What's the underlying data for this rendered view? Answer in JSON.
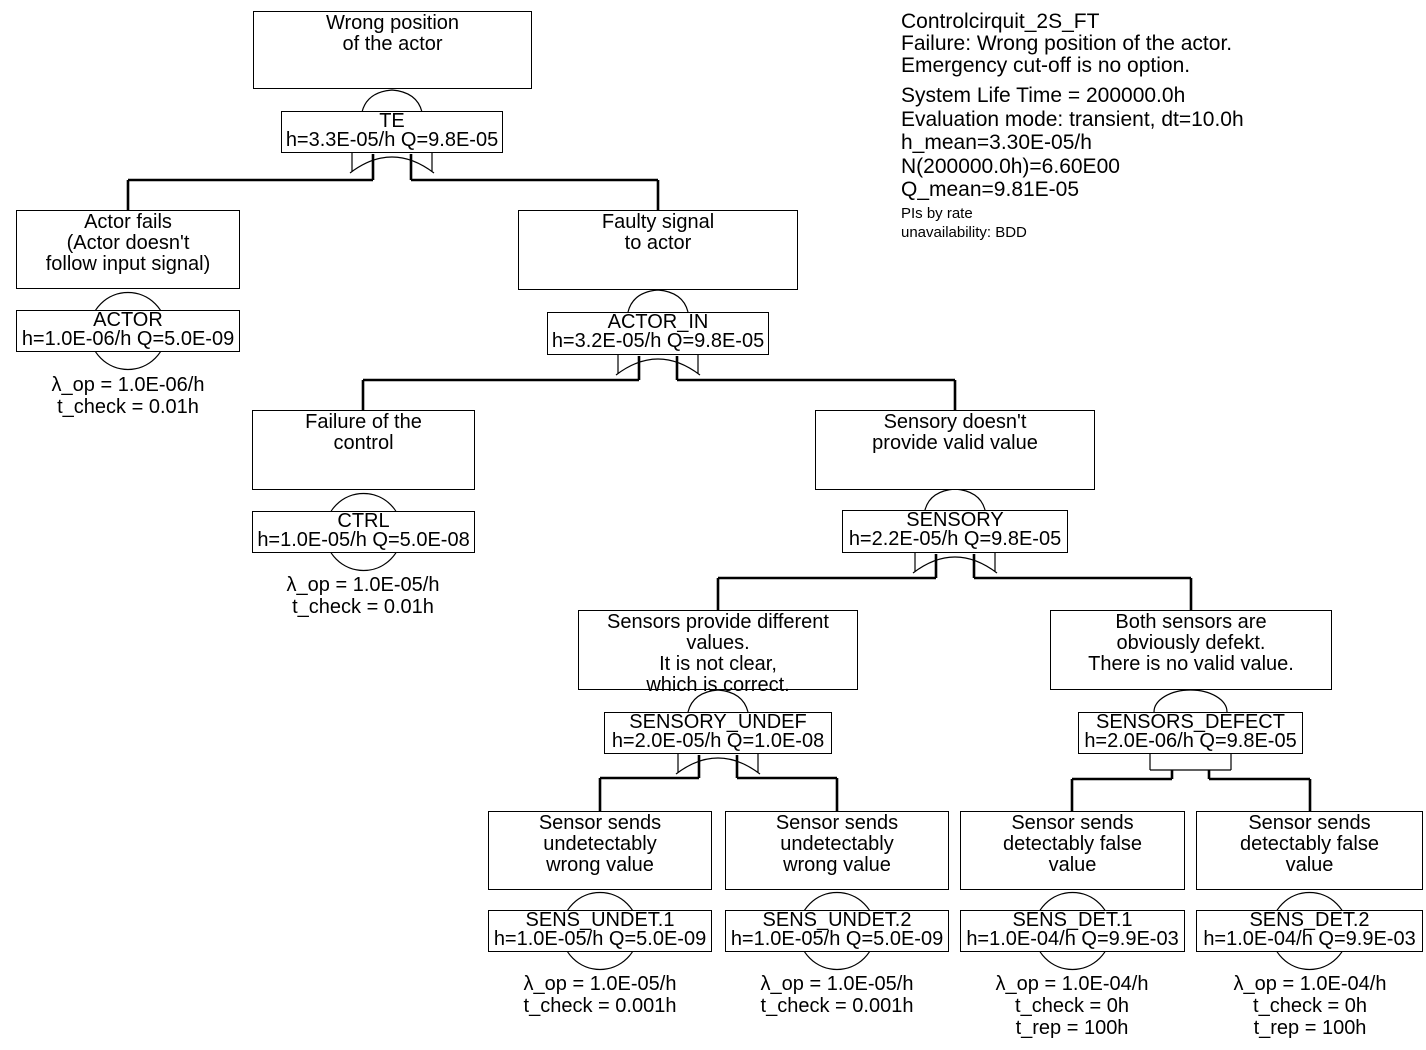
{
  "header": {
    "block1": "Controlcirquit_2S_FT\nFailure: Wrong position of the actor.\nEmergency cut-off is no option.",
    "block2": "System Life Time = 200000.0h\nEvaluation mode: transient, dt=10.0h\nh_mean=3.30E-05/h\nN(200000.0h)=6.60E00\nQ_mean=9.81E-05",
    "block3": "PIs by rate\nunavailability: BDD"
  },
  "tree": {
    "top": {
      "desc": "Wrong position\nof the actor",
      "gate_label": "TE\nh=3.3E-05/h Q=9.8E-05",
      "gate_type": "OR"
    },
    "actor": {
      "desc": "Actor fails\n(Actor doesn't\nfollow input signal)",
      "gate_label": "ACTOR\nh=1.0E-06/h Q=5.0E-09",
      "gate_type": "BASIC",
      "params": "λ_op = 1.0E-06/h\nt_check = 0.01h"
    },
    "actor_in": {
      "desc": "Faulty signal\nto actor",
      "gate_label": "ACTOR_IN\nh=3.2E-05/h Q=9.8E-05",
      "gate_type": "OR"
    },
    "ctrl": {
      "desc": "Failure of the\ncontrol",
      "gate_label": "CTRL\nh=1.0E-05/h Q=5.0E-08",
      "gate_type": "BASIC",
      "params": "λ_op = 1.0E-05/h\nt_check = 0.01h"
    },
    "sensory": {
      "desc": "Sensory doesn't\nprovide valid value",
      "gate_label": "SENSORY\nh=2.2E-05/h Q=9.8E-05",
      "gate_type": "OR"
    },
    "sensory_undef": {
      "desc": "Sensors provide different\nvalues.\nIt is not clear,\nwhich is correct.",
      "gate_label": "SENSORY_UNDEF\nh=2.0E-05/h Q=1.0E-08",
      "gate_type": "OR"
    },
    "sensors_defect": {
      "desc": "Both sensors are\nobviously defekt.\nThere is no valid value.",
      "gate_label": "SENSORS_DEFECT\nh=2.0E-06/h Q=9.8E-05",
      "gate_type": "AND"
    },
    "sens_undet1": {
      "desc": "Sensor sends\nundetectably\nwrong value",
      "gate_label": "SENS_UNDET.1\nh=1.0E-05/h Q=5.0E-09",
      "gate_type": "BASIC",
      "params": "λ_op = 1.0E-05/h\nt_check = 0.001h"
    },
    "sens_undet2": {
      "desc": "Sensor sends\nundetectably\nwrong value",
      "gate_label": "SENS_UNDET.2\nh=1.0E-05/h Q=5.0E-09",
      "gate_type": "BASIC",
      "params": "λ_op = 1.0E-05/h\nt_check = 0.001h"
    },
    "sens_det1": {
      "desc": "Sensor sends\ndetectably false\nvalue",
      "gate_label": "SENS_DET.1\nh=1.0E-04/h Q=9.9E-03",
      "gate_type": "BASIC",
      "params": "λ_op = 1.0E-04/h\nt_check = 0h\nt_rep = 100h"
    },
    "sens_det2": {
      "desc": "Sensor sends\ndetectably false\nvalue",
      "gate_label": "SENS_DET.2\nh=1.0E-04/h Q=9.9E-03",
      "gate_type": "BASIC",
      "params": "λ_op = 1.0E-04/h\nt_check = 0h\nt_rep = 100h"
    }
  }
}
